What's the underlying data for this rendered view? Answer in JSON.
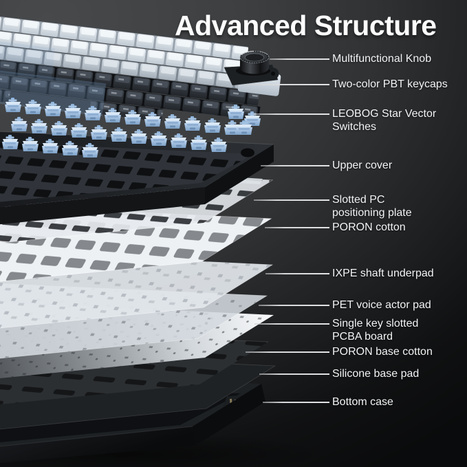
{
  "title": "Advanced Structure",
  "labels": [
    {
      "id": "multifunctional-knob",
      "text": "Multifunctional Knob"
    },
    {
      "id": "pbt-keycaps",
      "text": "Two-color PBT keycaps"
    },
    {
      "id": "switches",
      "text": "LEOBOG Star Vector",
      "text2": "Switches"
    },
    {
      "id": "upper-cover",
      "text": "Upper cover"
    },
    {
      "id": "positioning-plate",
      "text": "Slotted PC",
      "text2": "positioning plate"
    },
    {
      "id": "poron-cotton",
      "text": "PORON cotton"
    },
    {
      "id": "ixpe-underpad",
      "text": "IXPE shaft underpad"
    },
    {
      "id": "pet-pad",
      "text": "PET voice actor pad"
    },
    {
      "id": "pcba-board",
      "text": "Single key slotted",
      "text2": "PCBA board"
    },
    {
      "id": "poron-base-cotton",
      "text": "PORON base cotton"
    },
    {
      "id": "silicone-base-pad",
      "text": "Silicone base pad"
    },
    {
      "id": "bottom-case",
      "text": "Bottom case"
    }
  ],
  "colors": {
    "background_top": "#46484a",
    "background_bottom": "#0a0b0c",
    "title_text": "#fdfdfd",
    "label_text": "#f3f4f5",
    "leader_line": "#d6d8da",
    "switch_blue": "#a9c6e4",
    "keycap_white": "#e9edf1",
    "keycap_dark": "#34383e",
    "plate_white": "#e4e9ed",
    "cover_black": "#1b1e21",
    "pcba_silver": "#d2d7db"
  }
}
